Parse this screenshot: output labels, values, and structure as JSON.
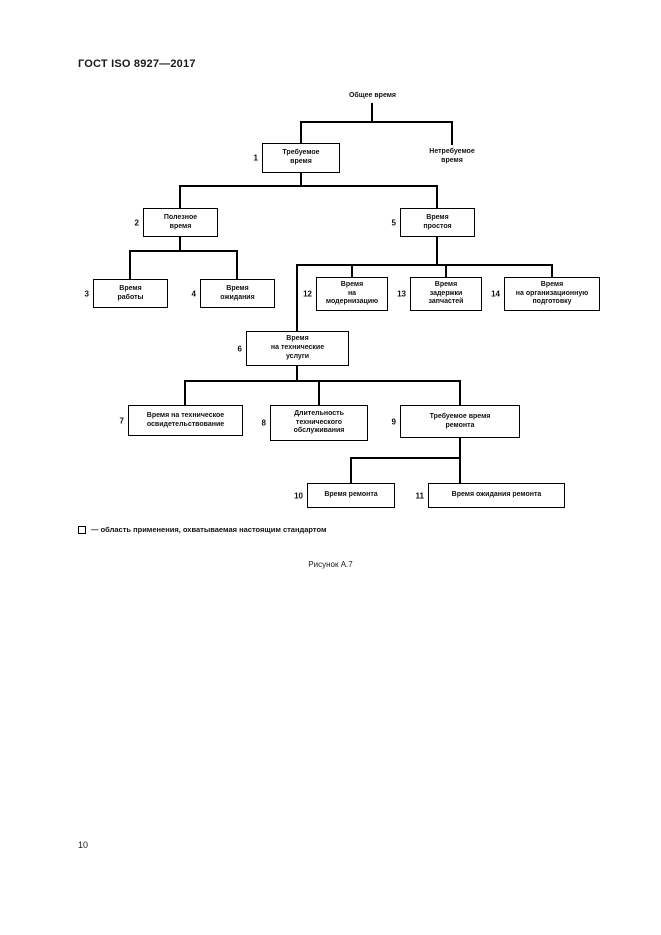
{
  "page": {
    "header": "ГОСТ ISO 8927—2017",
    "page_number": "10",
    "figure_caption": "Рисунок А.7"
  },
  "legend": {
    "text": "— область применения, охватываемая настоящим стандартом"
  },
  "diagram": {
    "root_label": "Общее время",
    "unboxed_label": "Нетребуемое\nвремя",
    "nodes": {
      "n1": {
        "num": "1",
        "label": "Требуемое\nвремя"
      },
      "n2": {
        "num": "2",
        "label": "Полезное\nвремя"
      },
      "n3": {
        "num": "3",
        "label": "Время\nработы"
      },
      "n4": {
        "num": "4",
        "label": "Время\nожидания"
      },
      "n5": {
        "num": "5",
        "label": "Время\nпростоя"
      },
      "n6": {
        "num": "6",
        "label": "Время\nна технические\nуслуги"
      },
      "n7": {
        "num": "7",
        "label": "Время на техническое\nосвидетельствование"
      },
      "n8": {
        "num": "8",
        "label": "Длительность\nтехнического\nобслуживания"
      },
      "n9": {
        "num": "9",
        "label": "Требуемое время\nремонта"
      },
      "n10": {
        "num": "10",
        "label": "Время ремонта"
      },
      "n11": {
        "num": "11",
        "label": "Время ожидания ремонта"
      },
      "n12": {
        "num": "12",
        "label": "Время\nна\nмодернизацию"
      },
      "n13": {
        "num": "13",
        "label": "Время\nзадержки\nзапчастей"
      },
      "n14": {
        "num": "14",
        "label": "Время\nна организационную\nподготовку"
      }
    }
  }
}
